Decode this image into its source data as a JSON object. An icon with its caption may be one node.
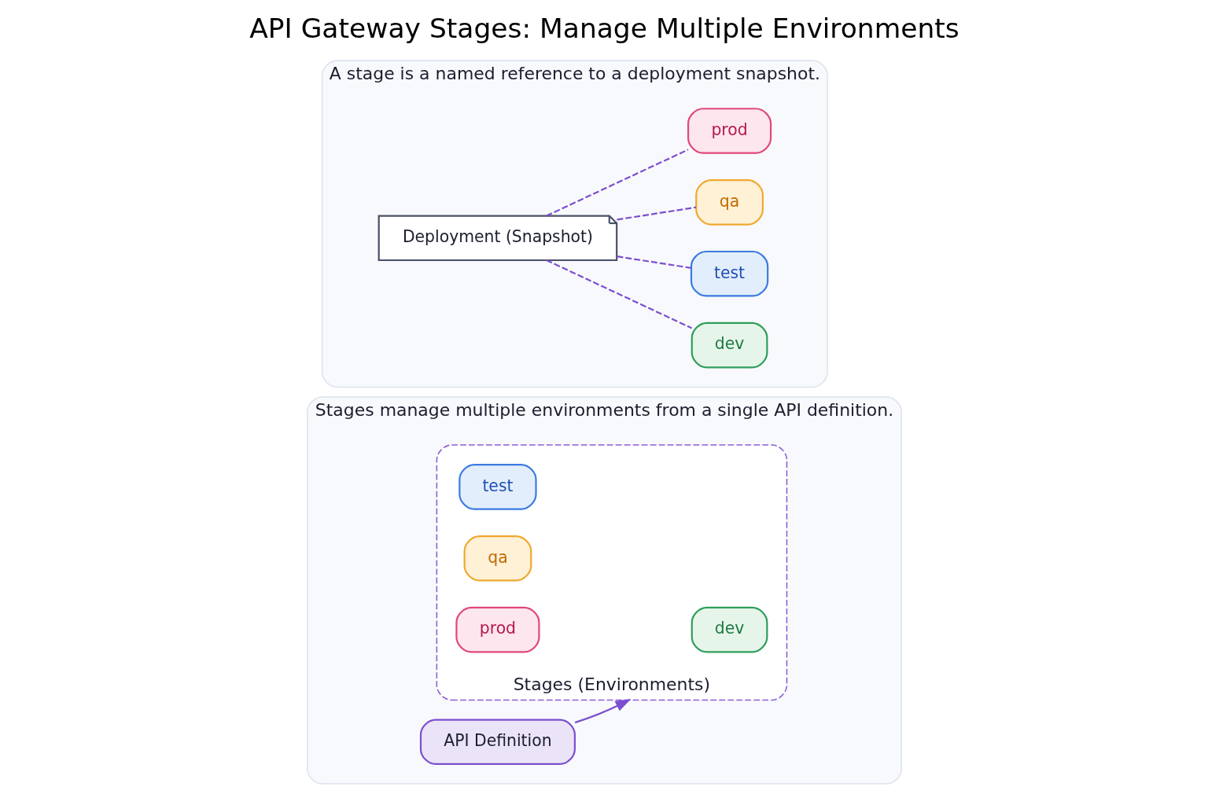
{
  "diagram": {
    "title": "API Gateway Stages: Manage Multiple Environments",
    "nodes": [
      {
        "text": [
          "Stages manage multiple environments from a single API definition."
        ]
      },
      {
        "text": [
          "API Definition"
        ],
        "in": 0
      },
      {
        "text": [
          "Stages (Environments)"
        ],
        "in": 0
      },
      {
        "text": [
          "dev"
        ],
        "in": 2
      },
      {
        "text": [
          "test"
        ],
        "in": 2
      },
      {
        "text": [
          "qa"
        ],
        "in": 2
      },
      {
        "text": [
          "prod"
        ],
        "in": 2
      },
      {
        "text": [
          "A stage is a named reference to a deployment snapshot."
        ]
      },
      {
        "text": [
          "Deployment (Snapshot)"
        ],
        "in": 7
      },
      {
        "text": [
          "dev"
        ],
        "in": 7
      },
      {
        "text": [
          "test"
        ],
        "in": 7
      },
      {
        "text": [
          "qa"
        ],
        "in": 7
      },
      {
        "text": [
          "prod"
        ],
        "in": 7
      }
    ],
    "edges": [
      {
        "from": 1,
        "to": 2,
        "arrow": "to"
      },
      {
        "from": 8,
        "to": 9,
        "arrow": "none",
        "style": "dashed"
      },
      {
        "from": 8,
        "to": 10,
        "arrow": "none",
        "style": "dashed"
      },
      {
        "from": 8,
        "to": 11,
        "arrow": "none",
        "style": "dashed"
      },
      {
        "from": 8,
        "to": 12,
        "arrow": "none",
        "style": "dashed"
      }
    ]
  }
}
